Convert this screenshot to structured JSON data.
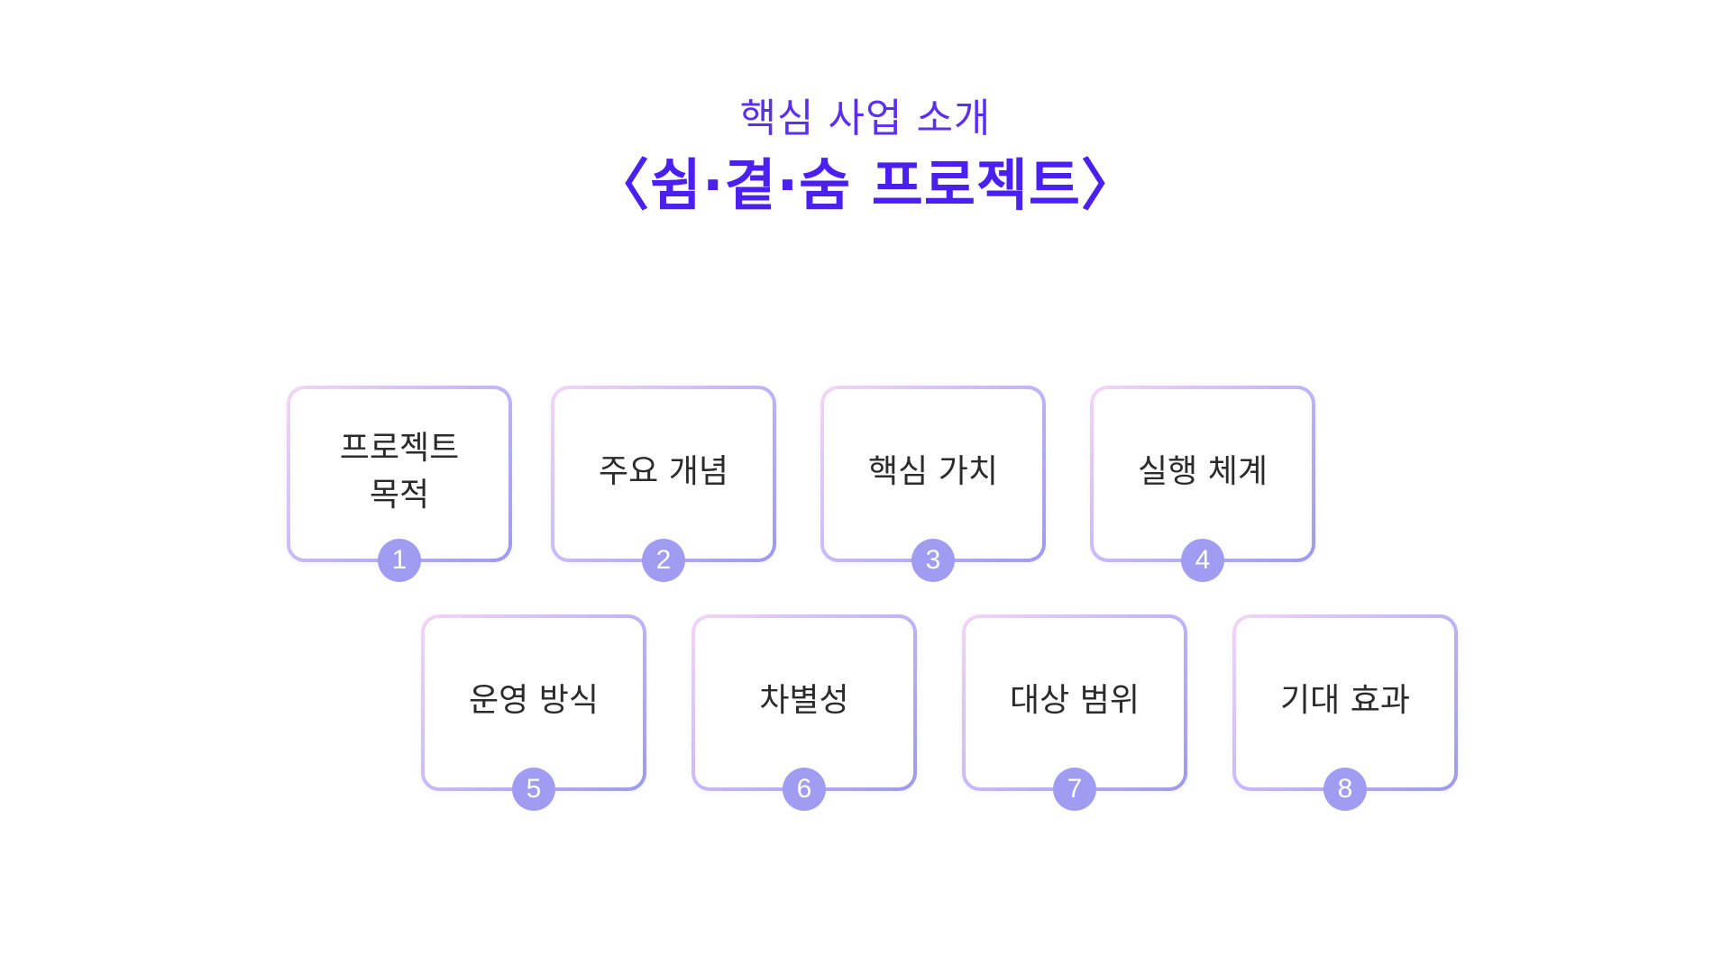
{
  "header": {
    "subtitle": "핵심 사업 소개",
    "title": "〈쉼·곁·숨 프로젝트〉"
  },
  "colors": {
    "title": "#4a1ff0",
    "subtitle": "#5b2ff2",
    "badge": "#9f9cf2",
    "card_border_start": "#f4d6f5",
    "card_border_end": "#9c9af0"
  },
  "cards": [
    {
      "label": "프로젝트\n목적",
      "number": "1"
    },
    {
      "label": "주요 개념",
      "number": "2"
    },
    {
      "label": "핵심 가치",
      "number": "3"
    },
    {
      "label": "실행 체계",
      "number": "4"
    },
    {
      "label": "운영 방식",
      "number": "5"
    },
    {
      "label": "차별성",
      "number": "6"
    },
    {
      "label": "대상 범위",
      "number": "7"
    },
    {
      "label": "기대 효과",
      "number": "8"
    }
  ]
}
